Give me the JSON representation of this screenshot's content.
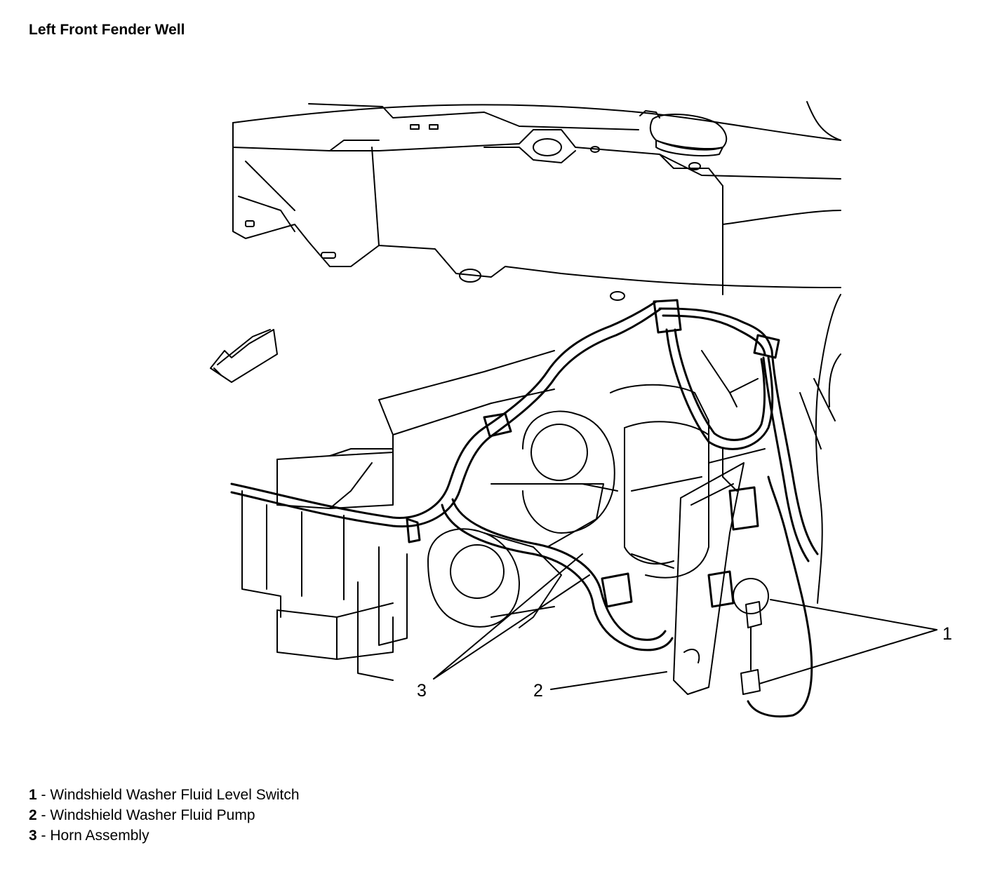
{
  "title": "Left Front Fender Well",
  "callouts": [
    "1",
    "2",
    "3"
  ],
  "legend": [
    {
      "number": "1",
      "separator": " - ",
      "label": "Windshield Washer Fluid Level Switch"
    },
    {
      "number": "2",
      "separator": " - ",
      "label": "Windshield Washer Fluid Pump"
    },
    {
      "number": "3",
      "separator": " - ",
      "label": "Horn Assembly"
    }
  ],
  "colors": {
    "line": "#000000",
    "background": "#ffffff"
  }
}
